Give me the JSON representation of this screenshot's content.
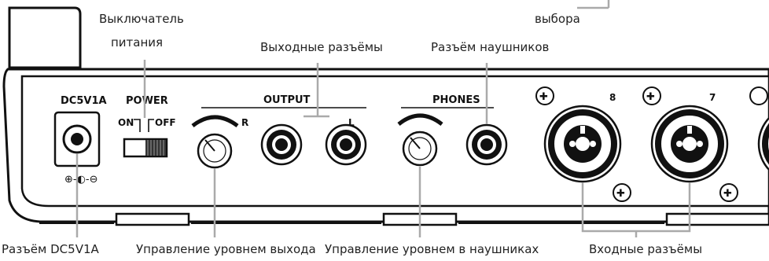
{
  "callouts": {
    "power_switch_line1": "Выключатель",
    "power_switch_line2": "питания",
    "select_label": "выбора",
    "output_jacks": "Выходные разъёмы",
    "headphone_jack": "Разъём наушников",
    "dc_jack": "Разъём DC5V1A",
    "output_level": "Управление уровнем выхода",
    "headphone_level": "Управление уровнем в наушниках",
    "input_jacks": "Входные разъёмы"
  },
  "panel": {
    "dc_label": "DC5V1A",
    "power_label": "POWER",
    "on_label": "ON",
    "off_label": "OFF",
    "output_label": "OUTPUT",
    "r_label": "R",
    "l_label": "L",
    "phones_label": "PHONES",
    "input_8": "8",
    "input_7": "7",
    "polarity_symbol": "⊕-◐-⊖"
  }
}
